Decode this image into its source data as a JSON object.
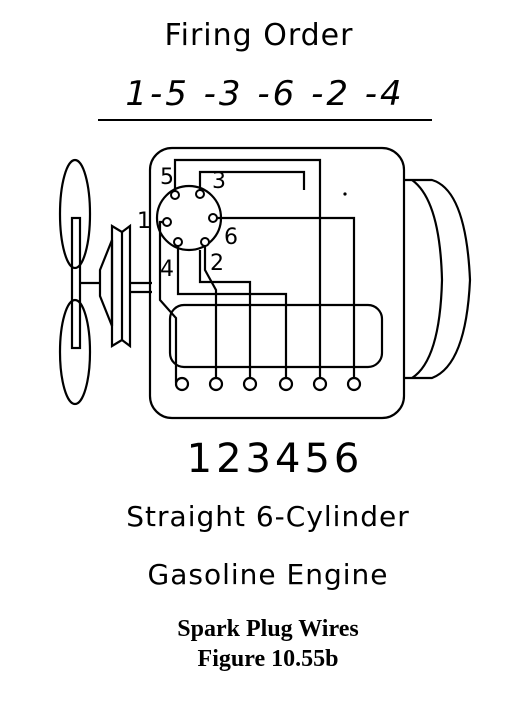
{
  "title": "Firing Order",
  "firing_order": "1-5 -3 -6 -2 -4",
  "cylinder_numbers": "123456",
  "caption_line1": "Straight 6-Cylinder",
  "caption_line2": "Gasoline Engine",
  "figure_title": "Spark Plug Wires",
  "figure_number": "Figure 10.55b",
  "distributor_labels": {
    "t5": "5",
    "t3": "3",
    "t1": "1",
    "t6": "6",
    "t4": "4",
    "t2": "2"
  }
}
